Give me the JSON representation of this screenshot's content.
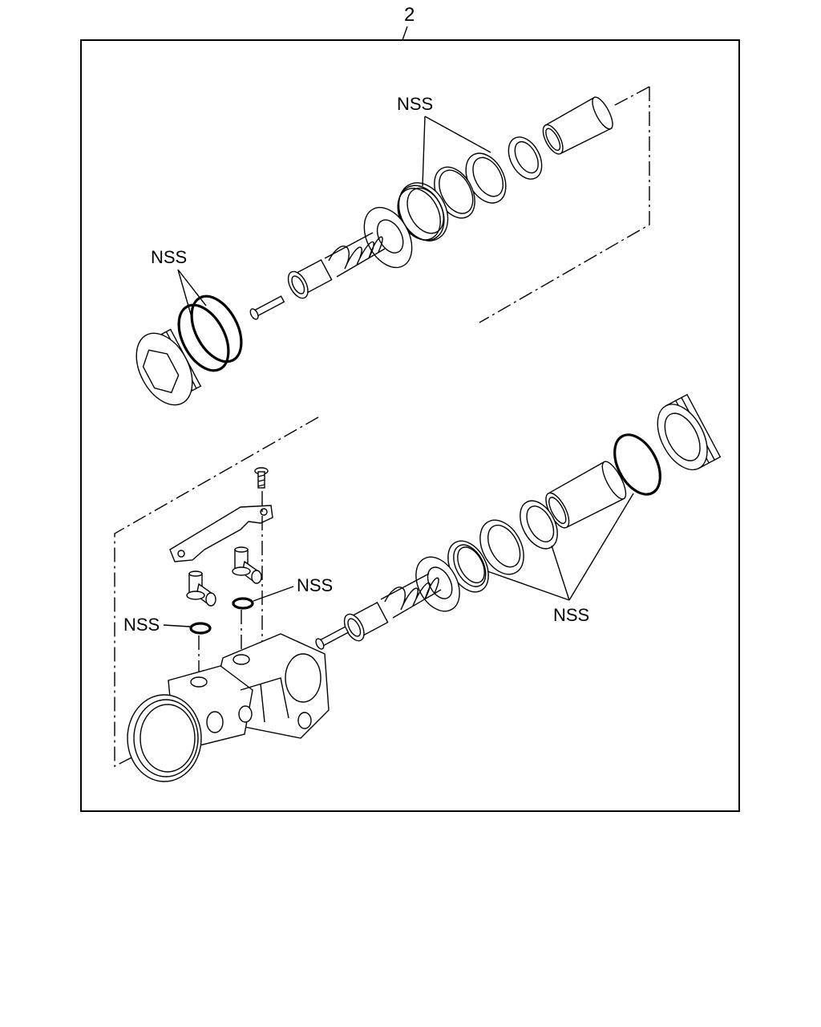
{
  "diagram": {
    "reference_number": "2",
    "callouts": {
      "upper_seal_group": "NSS",
      "upper_oring_group": "NSS",
      "lower_oring_right": "NSS",
      "lower_oring_left": "NSS",
      "lower_seal_group": "NSS"
    }
  }
}
